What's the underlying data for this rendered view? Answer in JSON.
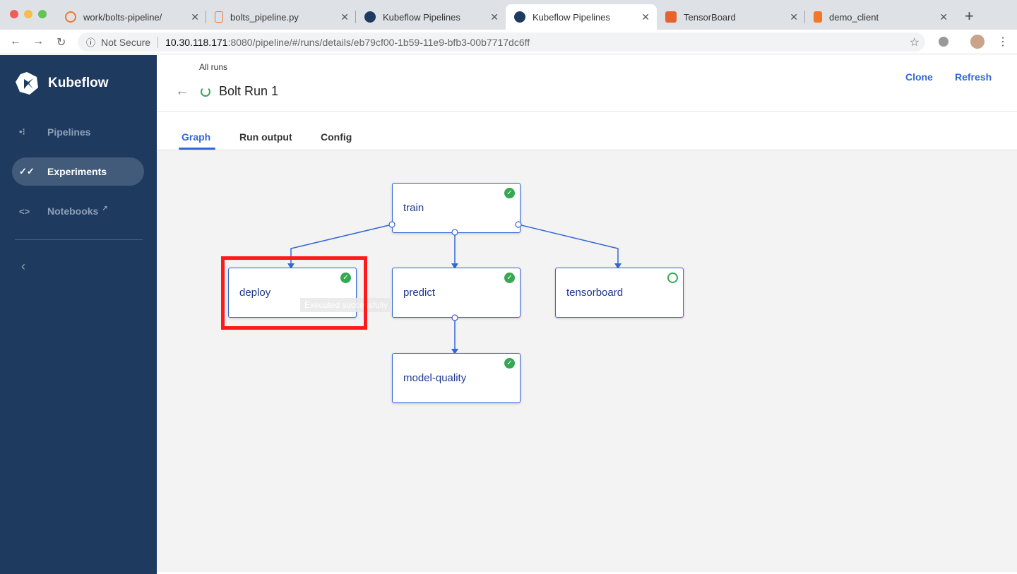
{
  "browser": {
    "tabs": [
      {
        "title": "work/bolts-pipeline/",
        "icon": "jupyter-icon",
        "color": "#f37726"
      },
      {
        "title": "bolts_pipeline.py",
        "icon": "file-icon",
        "color": "#f37726"
      },
      {
        "title": "Kubeflow Pipelines",
        "icon": "kubeflow-icon",
        "color": "#1e3a5f"
      },
      {
        "title": "Kubeflow Pipelines",
        "icon": "kubeflow-icon",
        "color": "#1e3a5f",
        "active": true
      },
      {
        "title": "TensorBoard",
        "icon": "tensorboard-icon",
        "color": "#e8622c"
      },
      {
        "title": "demo_client",
        "icon": "book-icon",
        "color": "#f37726"
      }
    ],
    "security": "Not Secure",
    "url_host": "10.30.118.171",
    "url_rest": ":8080/pipeline/#/runs/details/eb79cf00-1b59-11e9-bfb3-00b7717dc6ff"
  },
  "sidebar": {
    "brand": "Kubeflow",
    "items": [
      {
        "label": "Pipelines",
        "icon": "pipelines-icon"
      },
      {
        "label": "Experiments",
        "icon": "experiments-icon",
        "selected": true
      },
      {
        "label": "Notebooks",
        "icon": "code-icon",
        "external": true
      }
    ]
  },
  "header": {
    "breadcrumb": "All runs",
    "title": "Bolt Run 1",
    "clone": "Clone",
    "refresh": "Refresh"
  },
  "tabs": [
    "Graph",
    "Run output",
    "Config"
  ],
  "graph": {
    "nodes": [
      {
        "label": "train",
        "status": "succeeded"
      },
      {
        "label": "deploy",
        "status": "succeeded"
      },
      {
        "label": "predict",
        "status": "succeeded"
      },
      {
        "label": "tensorboard",
        "status": "running"
      },
      {
        "label": "model-quality",
        "status": "succeeded"
      }
    ],
    "edges": [
      [
        "train",
        "deploy"
      ],
      [
        "train",
        "predict"
      ],
      [
        "train",
        "tensorboard"
      ],
      [
        "predict",
        "model-quality"
      ]
    ],
    "tooltip": "Executed successfully"
  },
  "colors": {
    "accent": "#3367d6",
    "success": "#34a853",
    "highlight": "#ff1a1a",
    "sidebar": "#1e3a5f"
  }
}
